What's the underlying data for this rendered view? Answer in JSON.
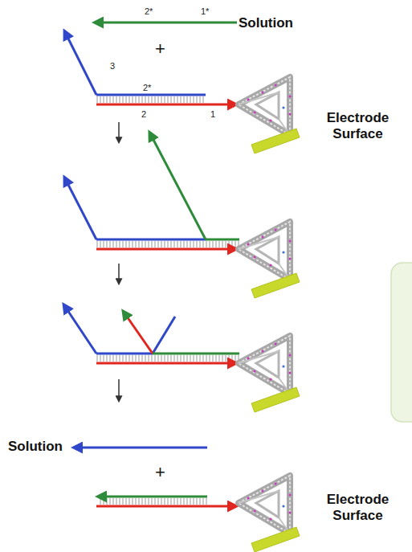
{
  "diagram": {
    "labels": [
      "Solution",
      "2*",
      "1*",
      "+",
      "3",
      "2*",
      "2",
      "1",
      "Electrode Surface",
      "Solution",
      "+",
      "Electrode Surface"
    ]
  }
}
